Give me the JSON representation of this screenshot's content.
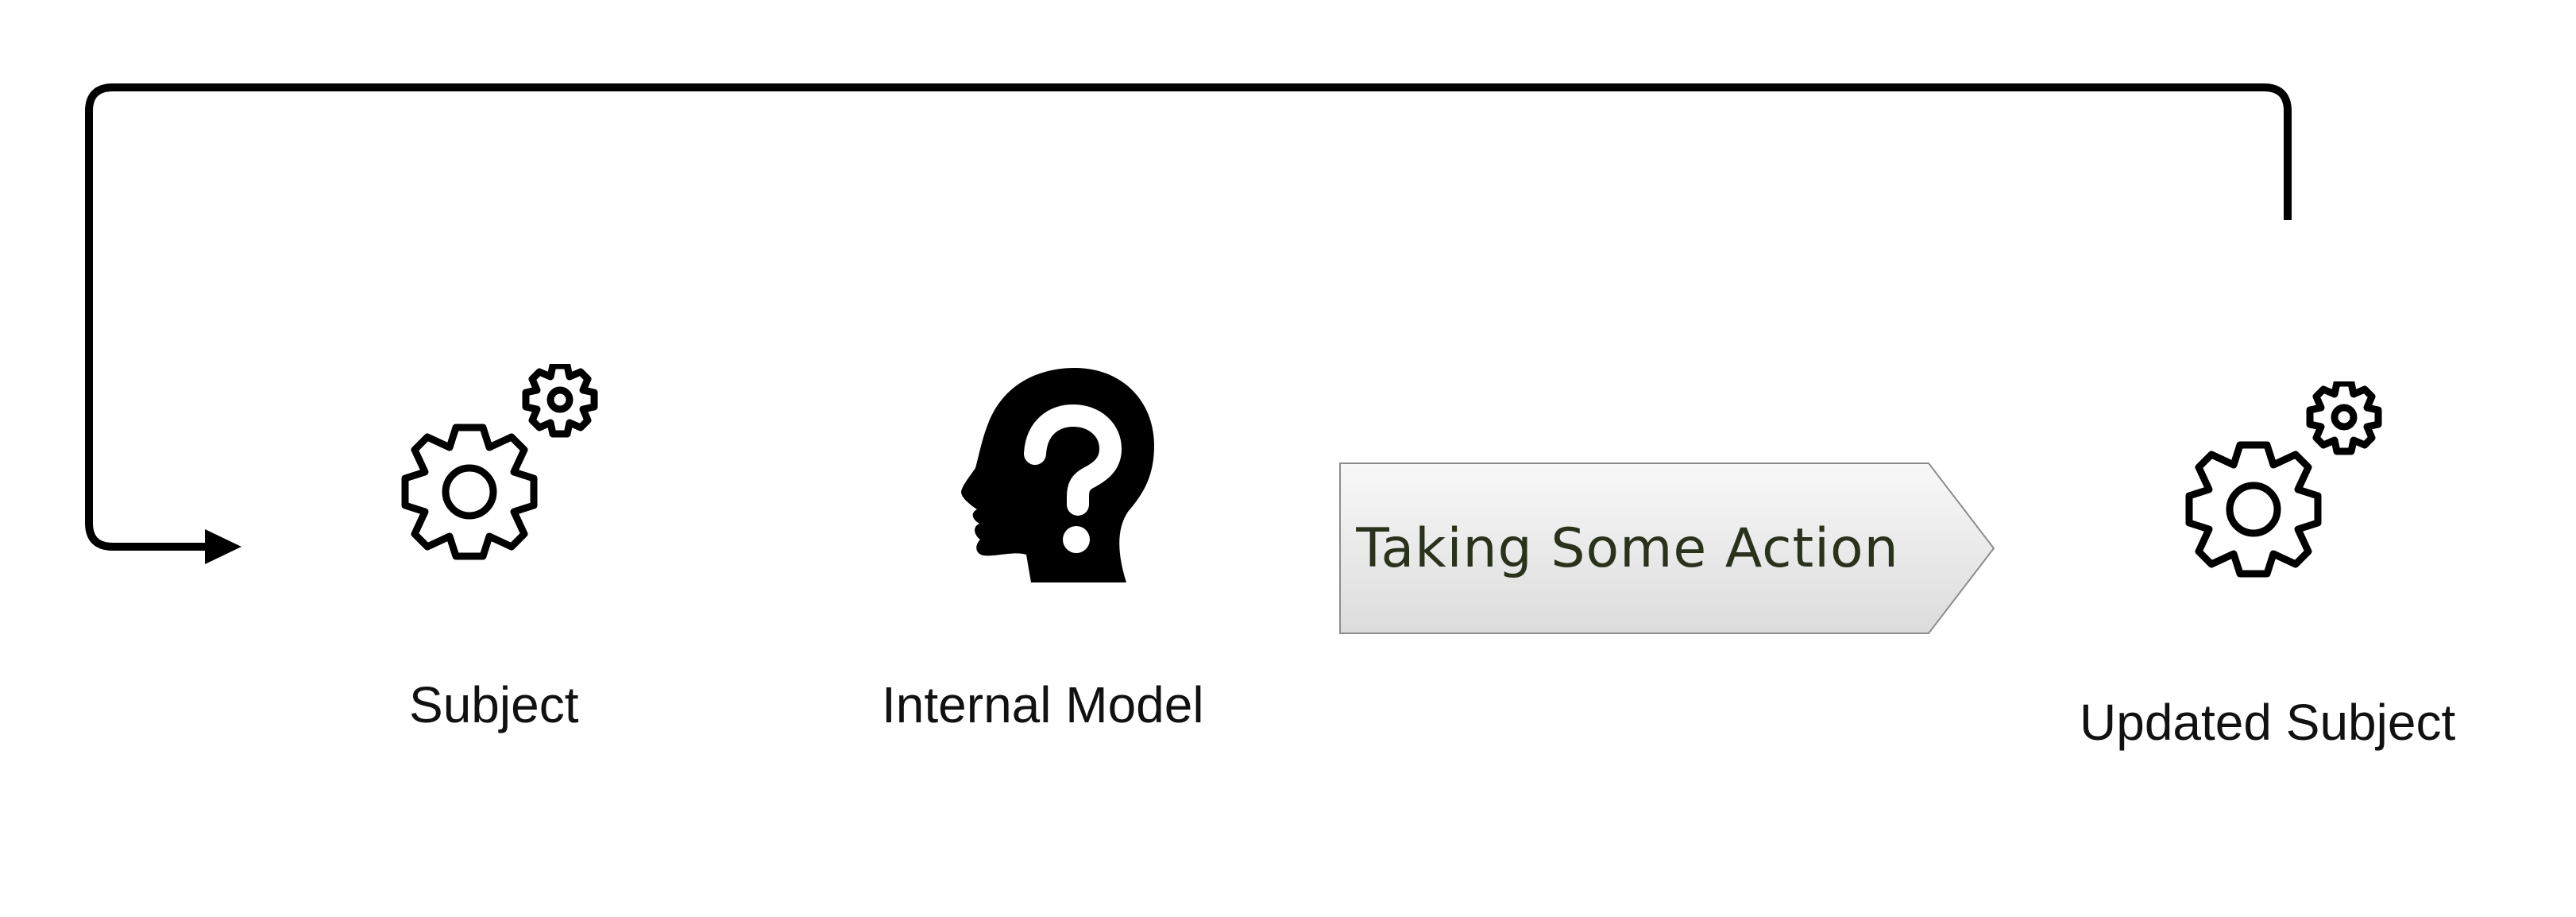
{
  "diagram": {
    "nodes": {
      "subject": {
        "label": "Subject",
        "icon": "gears-icon"
      },
      "internal_model": {
        "label": "Internal Model",
        "icon": "head-question-icon"
      },
      "action": {
        "label": "Taking Some Action"
      },
      "updated_subject": {
        "label": "Updated Subject",
        "icon": "gears-icon"
      }
    },
    "colors": {
      "line": "#000000",
      "action_text": "#2a321c",
      "action_fill_top": "#f8f8f8",
      "action_fill_bottom": "#dcdcdc",
      "action_stroke": "#8c8c8c"
    }
  }
}
